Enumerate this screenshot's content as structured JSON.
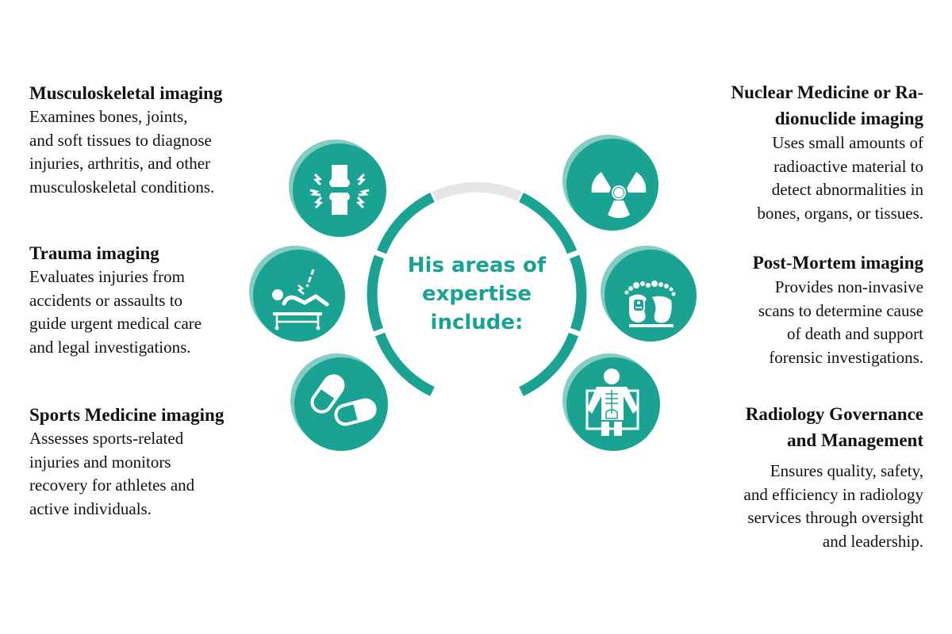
{
  "center": {
    "title_lines": [
      "His areas of",
      "expertise",
      "include:"
    ]
  },
  "colors": {
    "accent": "#1aa393",
    "accent_light": "#85cdc3",
    "ring_gap": "#e3e3e3",
    "text": "#111111"
  },
  "left_items": [
    {
      "title": "Musculoskeletal imaging",
      "description_lines": [
        "Examines bones, joints,",
        "and soft tissues to diagnose",
        "injuries, arthritis, and other",
        "musculoskeletal conditions."
      ],
      "icon": "knee-joint-pain-icon"
    },
    {
      "title": "Trauma imaging",
      "description_lines": [
        "Evaluates injuries from",
        "accidents or assaults to",
        "guide urgent medical care",
        "and legal investigations."
      ],
      "icon": "trauma-patient-icon"
    },
    {
      "title": "Sports Medicine imaging",
      "description_lines": [
        "Assesses sports-related",
        "injuries and monitors",
        "recovery for athletes and",
        "active individuals."
      ],
      "icon": "capsules-icon"
    }
  ],
  "right_items": [
    {
      "title_lines": [
        "Nuclear Medicine or Ra-",
        "dionuclide imaging"
      ],
      "description_lines": [
        "Uses small amounts of",
        "radioactive material to",
        "detect abnormalities in",
        "bones, organs, or tissues."
      ],
      "icon": "radiation-icon"
    },
    {
      "title_lines": [
        "Post-Mortem imaging"
      ],
      "description_lines": [
        "Provides non-invasive",
        "scans to determine cause",
        "of death and support",
        "forensic investigations."
      ],
      "icon": "feet-toe-tag-icon"
    },
    {
      "title_lines": [
        "Radiology Governance",
        "and Management"
      ],
      "description_lines": [
        "Ensures quality, safety,",
        "and efficiency in radiology",
        "services through oversight",
        "and leadership."
      ],
      "icon": "xray-skeleton-icon"
    }
  ]
}
